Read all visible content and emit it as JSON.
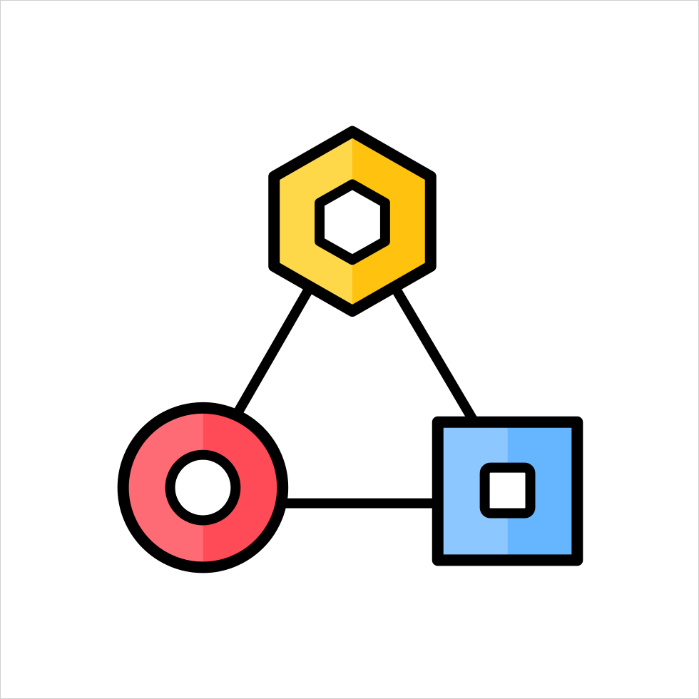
{
  "icon": {
    "name": "network-nodes-icon",
    "nodes": [
      {
        "name": "hexagon-node-icon",
        "shape": "hexagon",
        "color_light": "#FFD84A",
        "color_dark": "#FFC20E"
      },
      {
        "name": "circle-node-icon",
        "shape": "circle",
        "color_light": "#FF6B74",
        "color_dark": "#FF4A57"
      },
      {
        "name": "square-node-icon",
        "shape": "square",
        "color_light": "#8CC8FF",
        "color_dark": "#66B5FF"
      }
    ],
    "outline_color": "#000000",
    "inner_color": "#FFFFFF"
  }
}
